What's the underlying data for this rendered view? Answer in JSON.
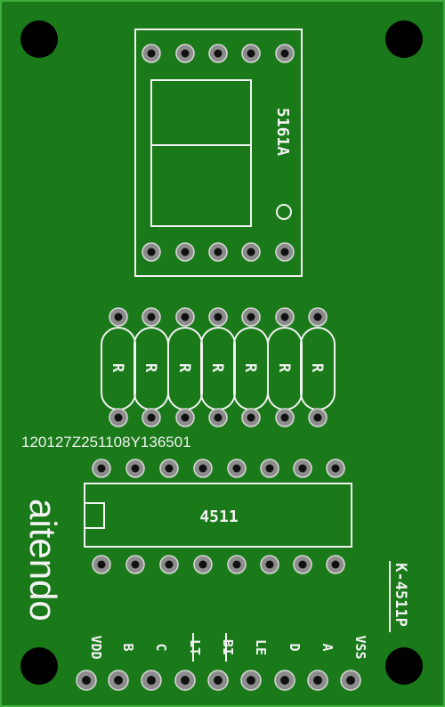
{
  "board": {
    "colors": {
      "pcb": "#1a7a1a",
      "silkscreen": "#f2f2f2",
      "pad": "#8c8c8c",
      "hole": "#111111",
      "edge": "#0b3d0b"
    },
    "display_part": "5161A",
    "resistor_label": "R",
    "resistor_count": 7,
    "serial": "120127Z251108Y136501",
    "ic_label": "4511",
    "brand": "aitendo",
    "board_label": "K-4511P",
    "pin_labels": [
      "VDD",
      "B",
      "C",
      "LT",
      "BI",
      "LE",
      "D",
      "A",
      "VSS"
    ],
    "overlined_pins": [
      "LT",
      "BI"
    ]
  }
}
